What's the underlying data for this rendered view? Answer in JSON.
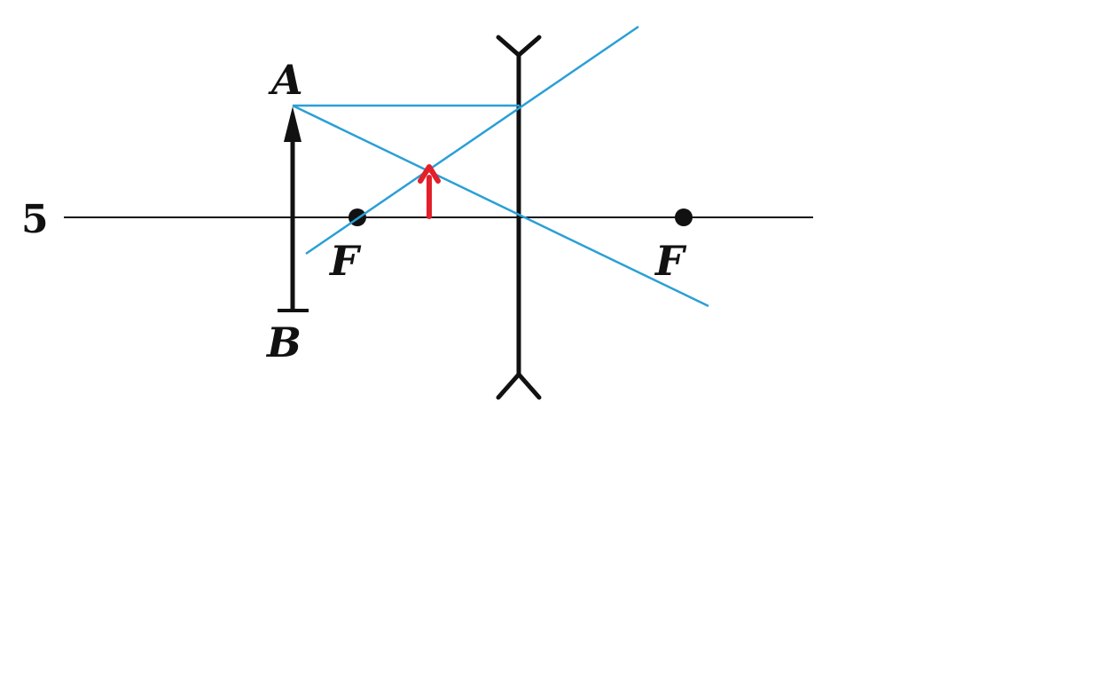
{
  "labels": {
    "problem_number": "5",
    "object_top": "A",
    "object_bottom": "B",
    "focus_left": "F",
    "focus_right": "F"
  },
  "colors": {
    "ink": "#111111",
    "ray": "#2a9fd6",
    "image_arrow": "#e3202a",
    "background": "#ffffff"
  },
  "lens": {
    "type": "diverging"
  }
}
